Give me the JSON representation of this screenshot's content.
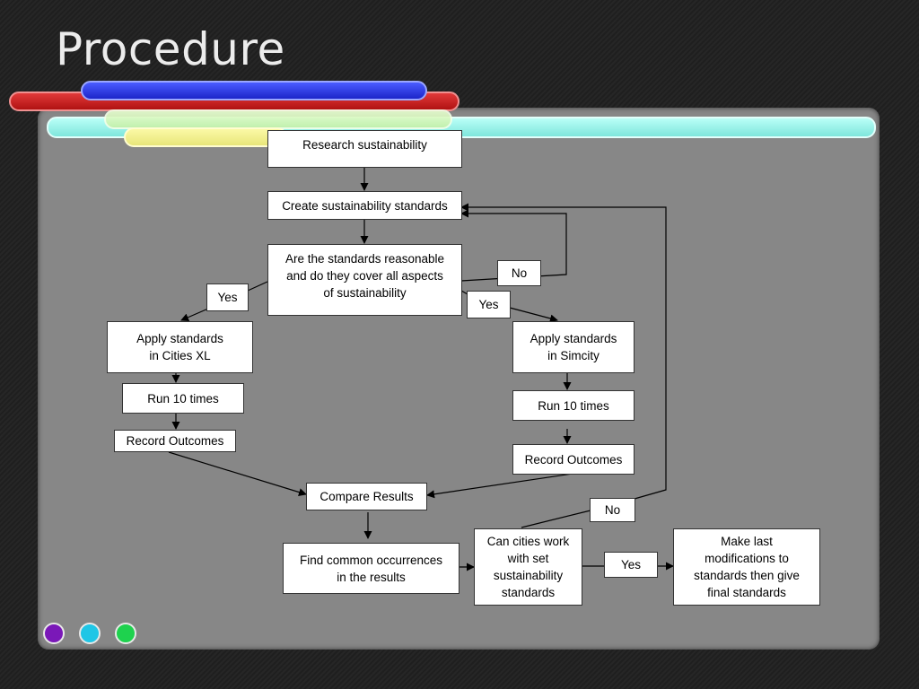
{
  "slide": {
    "title": "Procedure"
  },
  "flowchart": {
    "nodes": {
      "research": "Research sustainability",
      "create": "Create sustainability standards",
      "question": "Are the standards reasonable\nand do they cover all aspects\nof sustainability",
      "no1": "No",
      "yes_left": "Yes",
      "yes_right": "Yes",
      "apply_xl": "Apply standards\nin Cities XL",
      "run_xl": "Run 10 times",
      "record_xl": "Record Outcomes",
      "apply_sim": "Apply standards\nin Simcity",
      "run_sim": "Run 10 times",
      "record_sim": "Record Outcomes",
      "compare": "Compare Results",
      "no2": "No",
      "find": "Find common occurrences\nin the results",
      "can_work": "Can cities work\nwith set\nsustainability\nstandards",
      "yes_final": "Yes",
      "final": "Make last\nmodifications to\nstandards then give\nfinal standards"
    }
  },
  "decorations": {
    "bar_colors": [
      "#2a35e0",
      "#c41c1c",
      "#9ff5ec",
      "#d8f8bc",
      "#f2f08c"
    ],
    "dot_colors": [
      "#7a18b8",
      "#1fc6e6",
      "#1ed24e"
    ]
  }
}
